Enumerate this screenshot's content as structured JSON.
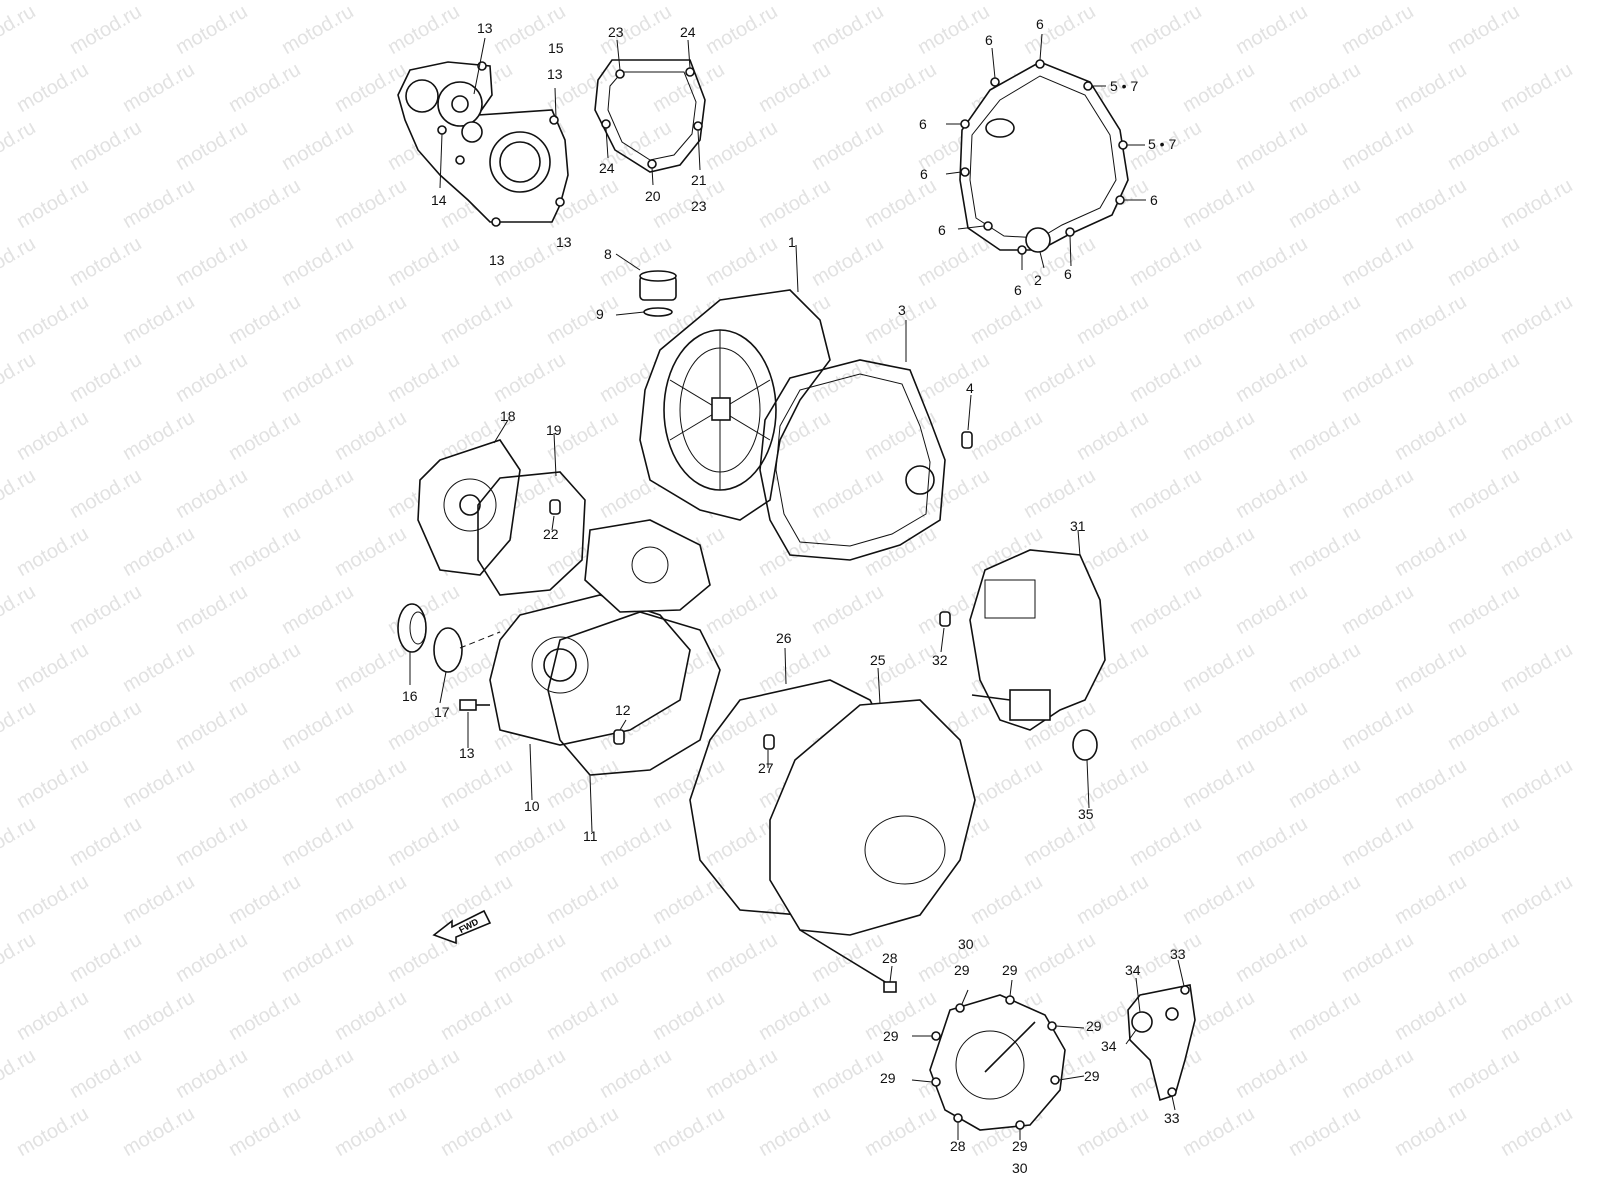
{
  "watermark_text": "motod.ru",
  "fwd_label": "FWD",
  "callouts": [
    {
      "id": "c1",
      "text": "13"
    },
    {
      "id": "c2",
      "text": "15"
    },
    {
      "id": "c3",
      "text": "13"
    },
    {
      "id": "c4",
      "text": "14"
    },
    {
      "id": "c5",
      "text": "13"
    },
    {
      "id": "c6",
      "text": "13"
    },
    {
      "id": "c7",
      "text": "23"
    },
    {
      "id": "c8",
      "text": "24"
    },
    {
      "id": "c9",
      "text": "24"
    },
    {
      "id": "c10",
      "text": "20"
    },
    {
      "id": "c11",
      "text": "21"
    },
    {
      "id": "c12",
      "text": "23"
    },
    {
      "id": "c13",
      "text": "6"
    },
    {
      "id": "c14",
      "text": "6"
    },
    {
      "id": "c15",
      "text": "5 • 7"
    },
    {
      "id": "c16",
      "text": "6"
    },
    {
      "id": "c17",
      "text": "5 • 7"
    },
    {
      "id": "c18",
      "text": "6"
    },
    {
      "id": "c19",
      "text": "6"
    },
    {
      "id": "c20",
      "text": "6"
    },
    {
      "id": "c21",
      "text": "6"
    },
    {
      "id": "c22",
      "text": "2"
    },
    {
      "id": "c23",
      "text": "6"
    },
    {
      "id": "c24",
      "text": "1"
    },
    {
      "id": "c25",
      "text": "8"
    },
    {
      "id": "c26",
      "text": "9"
    },
    {
      "id": "c27",
      "text": "3"
    },
    {
      "id": "c28",
      "text": "4"
    },
    {
      "id": "c29",
      "text": "18"
    },
    {
      "id": "c30",
      "text": "19"
    },
    {
      "id": "c31",
      "text": "22"
    },
    {
      "id": "c32",
      "text": "31"
    },
    {
      "id": "c33",
      "text": "32"
    },
    {
      "id": "c34",
      "text": "16"
    },
    {
      "id": "c35",
      "text": "17"
    },
    {
      "id": "c36",
      "text": "13"
    },
    {
      "id": "c37",
      "text": "12"
    },
    {
      "id": "c38",
      "text": "10"
    },
    {
      "id": "c39",
      "text": "11"
    },
    {
      "id": "c40",
      "text": "26"
    },
    {
      "id": "c41",
      "text": "25"
    },
    {
      "id": "c42",
      "text": "27"
    },
    {
      "id": "c43",
      "text": "35"
    },
    {
      "id": "c44",
      "text": "28"
    },
    {
      "id": "c45",
      "text": "30"
    },
    {
      "id": "c46",
      "text": "29"
    },
    {
      "id": "c47",
      "text": "29"
    },
    {
      "id": "c48",
      "text": "29"
    },
    {
      "id": "c49",
      "text": "29"
    },
    {
      "id": "c50",
      "text": "29"
    },
    {
      "id": "c51",
      "text": "29"
    },
    {
      "id": "c52",
      "text": "28"
    },
    {
      "id": "c53",
      "text": "29"
    },
    {
      "id": "c54",
      "text": "30"
    },
    {
      "id": "c55",
      "text": "34"
    },
    {
      "id": "c56",
      "text": "33"
    },
    {
      "id": "c57",
      "text": "34"
    },
    {
      "id": "c58",
      "text": "33"
    }
  ]
}
